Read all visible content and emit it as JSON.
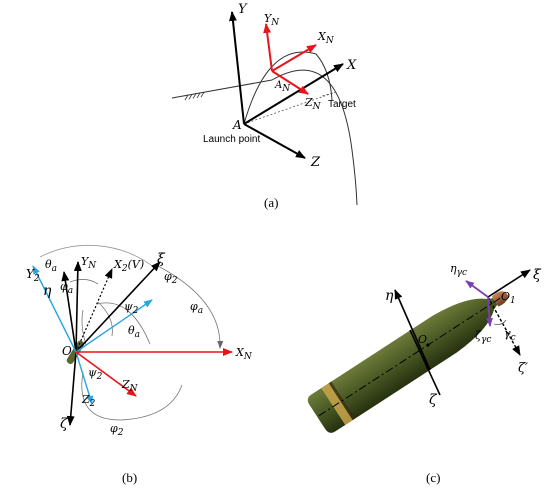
{
  "colors": {
    "black": "#000000",
    "red": "#e8141b",
    "blue": "#2aa6de",
    "purple": "#7b3fb0",
    "gray": "#777777",
    "ground": "#333333",
    "projectile_body": "#4a5a2a",
    "projectile_band": "#c9a64a",
    "fuze": "#8a4a2a"
  },
  "panel_a": {
    "label": "(a)",
    "axes": {
      "Y": "Y",
      "X": "X",
      "Z": "Z",
      "YN": {
        "main": "Y",
        "sub": "N"
      },
      "XN": {
        "main": "X",
        "sub": "N"
      },
      "ZN": {
        "main": "Z",
        "sub": "N"
      },
      "AN": {
        "main": "A",
        "sub": "N"
      }
    },
    "origin": "A",
    "launch_point": "Launch point",
    "target": "Target"
  },
  "panel_b": {
    "label": "(b)",
    "labels": {
      "Y2": {
        "main": "Y",
        "sub": "2"
      },
      "YN": {
        "main": "Y",
        "sub": "N"
      },
      "X2V": {
        "main": "X",
        "sub": "2",
        "tail": "(V)"
      },
      "xi": "ξ",
      "eta": "η",
      "theta_a_top": {
        "main": "θ",
        "sub": "a"
      },
      "phi_a_left": {
        "main": "φ",
        "sub": "a"
      },
      "psi2_top": {
        "main": "ψ",
        "sub": "2"
      },
      "phi2_top": {
        "main": "φ",
        "sub": "2"
      },
      "phi_a_right": {
        "main": "φ",
        "sub": "a"
      },
      "theta_a_mid": {
        "main": "θ",
        "sub": "a"
      },
      "O": "O",
      "XN": {
        "main": "X",
        "sub": "N"
      },
      "psi2_bottom": {
        "main": "ψ",
        "sub": "2"
      },
      "ZN": {
        "main": "Z",
        "sub": "N"
      },
      "Z2": {
        "main": "Z",
        "sub": "2"
      },
      "zeta": "ζ",
      "phi2_bottom": {
        "main": "φ",
        "sub": "2"
      }
    }
  },
  "panel_c": {
    "label": "(c)",
    "labels": {
      "eta": "η",
      "eta_yc": {
        "main": "η",
        "sub": "γc"
      },
      "xi": "ξ",
      "O": "O",
      "O1": {
        "main": "O",
        "sub": "1"
      },
      "zeta": "ζ",
      "zeta_yc": {
        "main": "ζ",
        "sub": "γc"
      },
      "gamma_c": {
        "main": "γ",
        "sub": "c"
      },
      "zeta_prime": "ζ′"
    }
  }
}
